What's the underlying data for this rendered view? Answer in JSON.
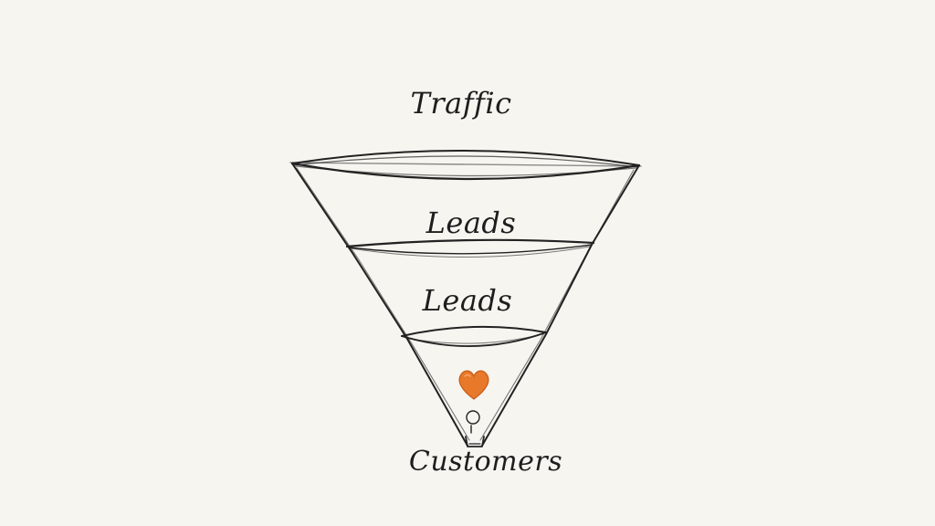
{
  "funnel": {
    "stages": [
      {
        "label": "Traffic"
      },
      {
        "label": "Leads"
      },
      {
        "label": "Leads"
      },
      {
        "label": "Customers"
      }
    ],
    "heart_icon": "heart-icon",
    "colors": {
      "ink": "#1e1e1e",
      "heart": "#e8792b",
      "paper": "#f6f5f0"
    }
  }
}
